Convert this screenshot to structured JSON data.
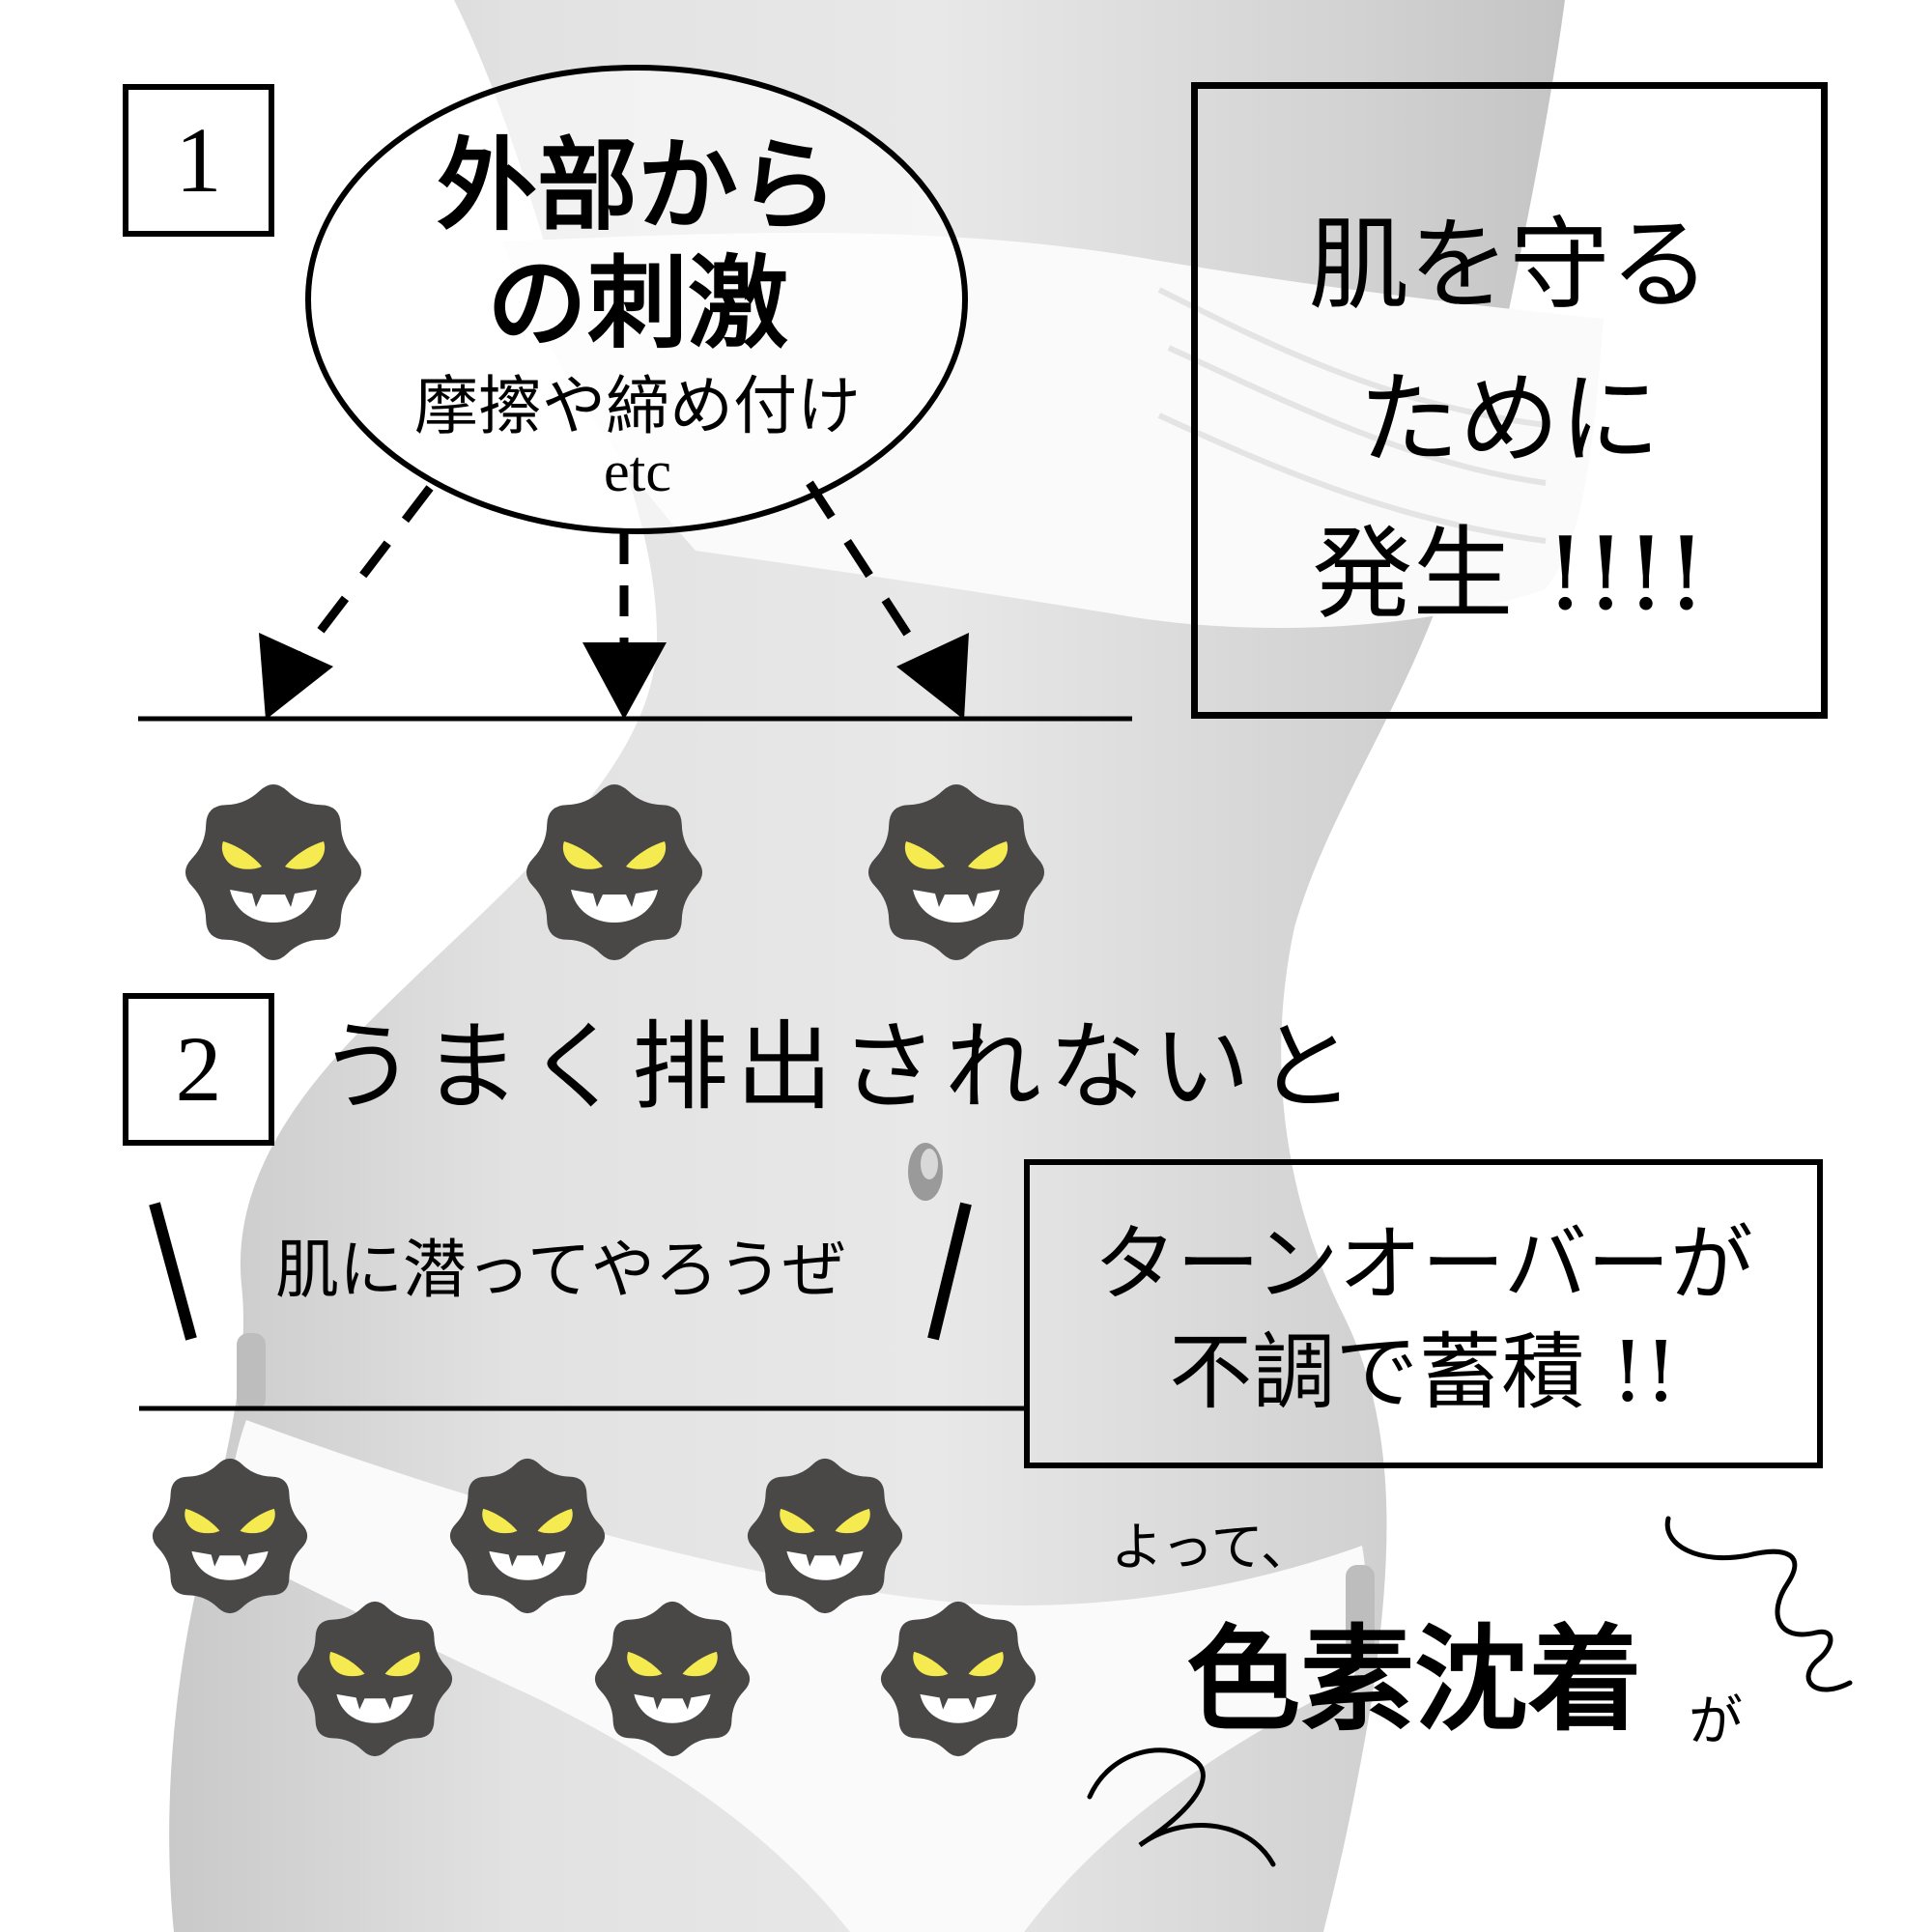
{
  "colors": {
    "germ_body": "#4a4747",
    "germ_eyes": "#f5ea4f",
    "germ_mouth": "#ffffff",
    "ink": "#000000",
    "skin_light": "#e6e6e6",
    "skin_mid": "#cfcfcf",
    "fabric": "#fbfbfb"
  },
  "section1": {
    "number": "1",
    "bubble": {
      "line1": "外部から",
      "line2": "の刺激",
      "line3": "摩擦や締め付け",
      "line4": "etc"
    },
    "callout": {
      "line1": "肌を守る",
      "line2": "ために",
      "line3": "発生 !!!!"
    },
    "germs": [
      {
        "icon": "germ-icon"
      },
      {
        "icon": "germ-icon"
      },
      {
        "icon": "germ-icon"
      }
    ]
  },
  "section2": {
    "number": "2",
    "heading": "うまく排出されないと",
    "speech": "肌に潜ってやろうぜ",
    "callout": {
      "line1": "ターンオーバーが",
      "line2": "不調で蓄積 !!"
    },
    "germs": [
      {
        "icon": "germ-icon"
      },
      {
        "icon": "germ-icon"
      },
      {
        "icon": "germ-icon"
      },
      {
        "icon": "germ-icon"
      },
      {
        "icon": "germ-icon"
      },
      {
        "icon": "germ-icon"
      }
    ]
  },
  "conclusion": {
    "lead": "よって、",
    "main": "色素沈着",
    "particle": "が"
  }
}
